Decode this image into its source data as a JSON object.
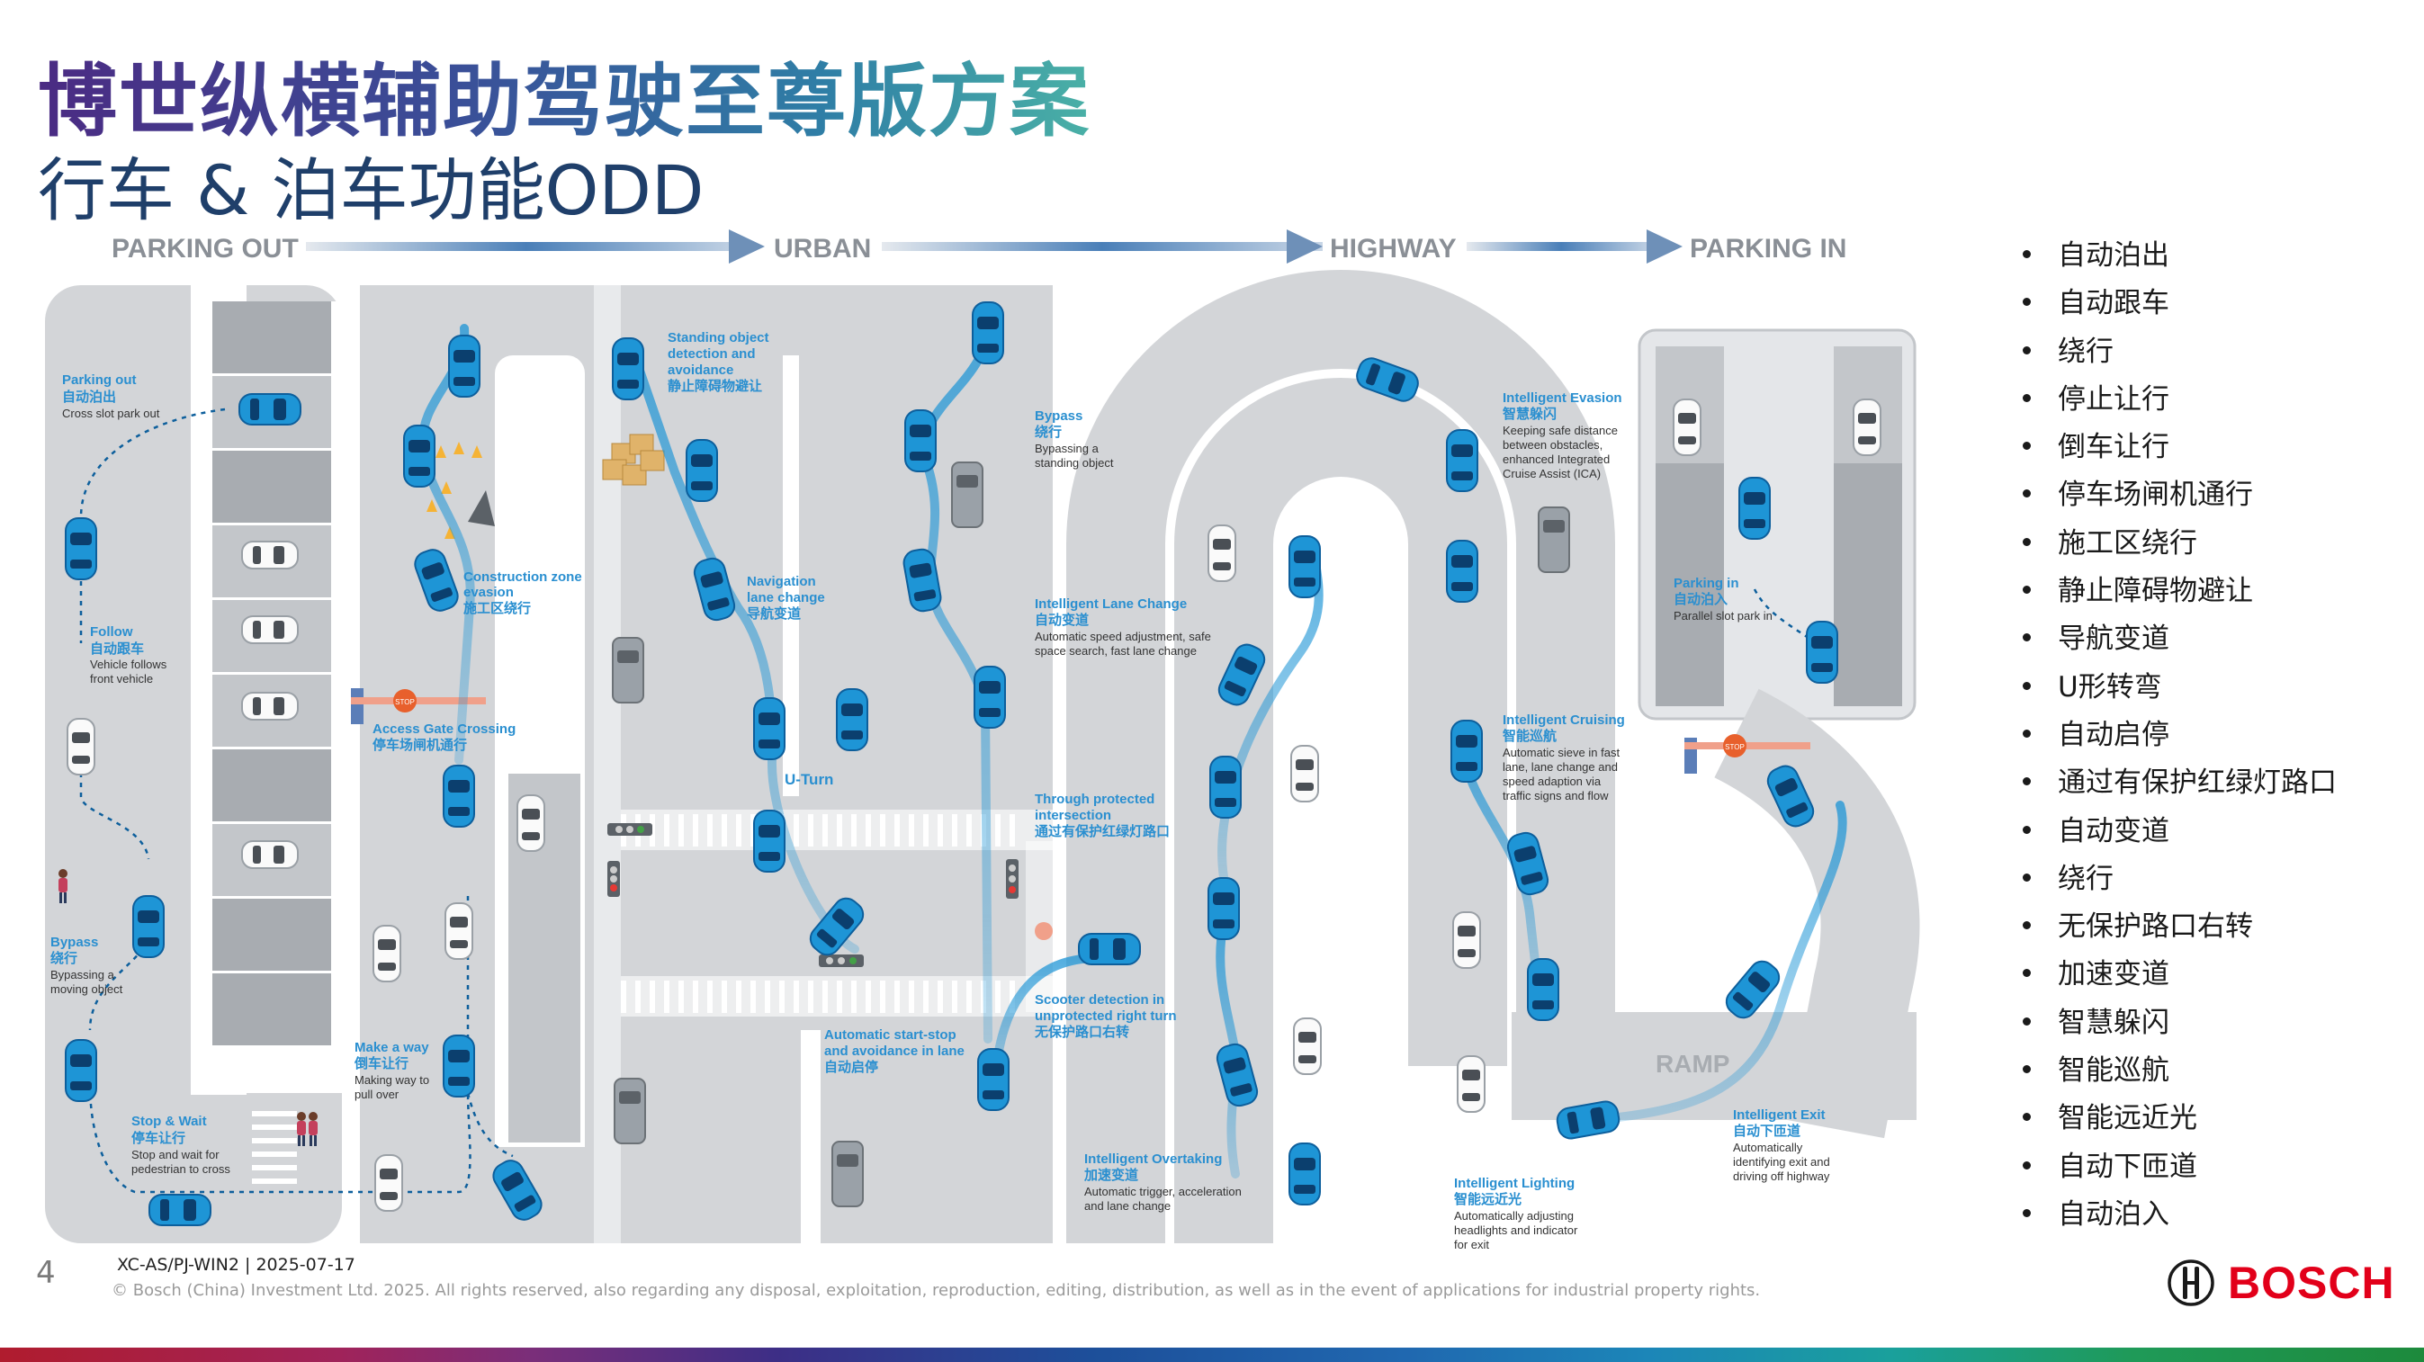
{
  "header": {
    "title": "博世纵横辅助驾驶至尊版方案",
    "subtitle": "行车 & 泊车功能ODD"
  },
  "stages": [
    "PARKING OUT",
    "URBAN",
    "HIGHWAY",
    "PARKING IN"
  ],
  "labels": {
    "parking_out": {
      "en": "Parking out",
      "zh": "自动泊出",
      "desc": "Cross slot park out"
    },
    "follow": {
      "en": "Follow",
      "zh": "自动跟车",
      "desc1": "Vehicle follows",
      "desc2": "front vehicle"
    },
    "bypass_left": {
      "en": "Bypass",
      "zh": "绕行",
      "desc1": "Bypassing a",
      "desc2": "moving object"
    },
    "stop_wait": {
      "en": "Stop & Wait",
      "zh": "停车让行",
      "desc1": "Stop and wait for",
      "desc2": "pedestrian to cross"
    },
    "make_way": {
      "en": "Make a way",
      "zh": "倒车让行",
      "desc1": "Making way to",
      "desc2": "pull over"
    },
    "access_gate": {
      "en": "Access Gate Crossing",
      "zh": "停车场闸机通行"
    },
    "construction": {
      "en1": "Construction zone",
      "en2": "evasion",
      "zh": "施工区绕行"
    },
    "standing_object": {
      "en1": "Standing object",
      "en2": "detection and",
      "en3": "avoidance",
      "zh": "静止障碍物避让"
    },
    "navigation": {
      "en1": "Navigation",
      "en2": "lane change",
      "zh": "导航变道"
    },
    "uturn": {
      "en": "U-Turn"
    },
    "start_stop": {
      "en1": "Automatic start-stop",
      "en2": "and avoidance in lane",
      "zh": "自动启停"
    },
    "bypass_urban": {
      "en": "Bypass",
      "zh": "绕行",
      "desc1": "Bypassing a",
      "desc2": "standing object"
    },
    "ilc": {
      "en": "Intelligent Lane Change",
      "zh": "自动变道",
      "desc1": "Automatic speed adjustment, safe",
      "desc2": "space search, fast lane change"
    },
    "protected": {
      "en1": "Through protected",
      "en2": "intersection",
      "zh": "通过有保护红绿灯路口"
    },
    "scooter": {
      "en1": "Scooter detection in",
      "en2": "unprotected right turn",
      "zh": "无保护路口右转"
    },
    "overtaking": {
      "en": "Intelligent Overtaking",
      "zh": "加速变道",
      "desc1": "Automatic trigger, acceleration",
      "desc2": "and lane change"
    },
    "evasion": {
      "en": "Intelligent Evasion",
      "zh": "智慧躲闪",
      "desc1": "Keeping safe distance",
      "desc2": "between obstacles,",
      "desc3": "enhanced Integrated",
      "desc4": "Cruise Assist (ICA)"
    },
    "cruising": {
      "en": "Intelligent Cruising",
      "zh": "智能巡航",
      "desc1": "Automatic sieve in fast",
      "desc2": "lane, lane change and",
      "desc3": "speed adaption via",
      "desc4": "traffic signs and flow"
    },
    "lighting": {
      "en": "Intelligent Lighting",
      "zh": "智能远近光",
      "desc1": "Automatically adjusting",
      "desc2": "headlights and indicator",
      "desc3": "for exit"
    },
    "exit": {
      "en": "Intelligent Exit",
      "zh": "自动下匝道",
      "desc1": "Automatically",
      "desc2": "identifying exit and",
      "desc3": "driving off highway"
    },
    "parking_in": {
      "en": "Parking in",
      "zh": "自动泊入",
      "desc": "Parallel slot park in"
    },
    "ramp": "RAMP",
    "stop_sign": "STOP"
  },
  "features": [
    "自动泊出",
    "自动跟车",
    "绕行",
    "停止让行",
    "倒车让行",
    "停车场闸机通行",
    "施工区绕行",
    "静止障碍物避让",
    "导航变道",
    "U形转弯",
    "自动启停",
    "通过有保护红绿灯路口",
    "自动变道",
    "绕行",
    "无保护路口右转",
    "加速变道",
    "智慧躲闪",
    "智能巡航",
    "智能远近光",
    "自动下匝道",
    "自动泊入"
  ],
  "footer": {
    "page_number": "4",
    "doc_id": "XC-AS/PJ-WIN2 | 2025-07-17",
    "copyright": "© Bosch (China) Investment Ltd. 2025. All rights reserved, also regarding any disposal, exploitation, reproduction, editing, distribution, as well as in the event of applications for industrial property rights.",
    "brand": "BOSCH"
  },
  "colors": {
    "car": "#1e95d6",
    "car_dark": "#0d5f9c",
    "road": "#d3d5d8",
    "label_blue": "#2a8fd0",
    "brand_red": "#e2001a"
  }
}
